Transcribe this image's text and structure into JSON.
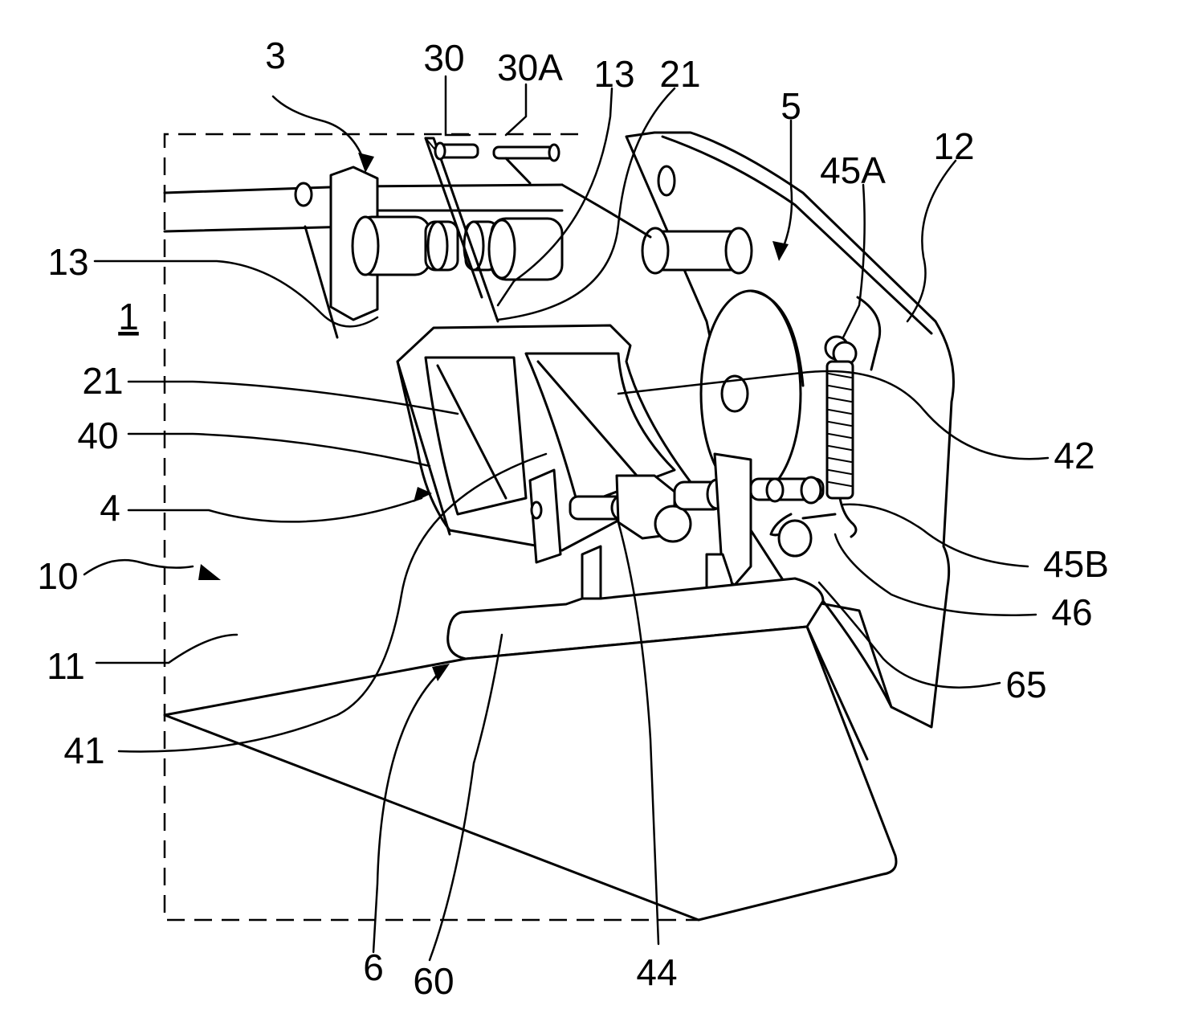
{
  "figure": {
    "labels": [
      {
        "id": "lbl-3",
        "text": "3"
      },
      {
        "id": "lbl-30",
        "text": "30"
      },
      {
        "id": "lbl-30a",
        "text": "30A"
      },
      {
        "id": "lbl-13-top",
        "text": "13"
      },
      {
        "id": "lbl-21-top",
        "text": "21"
      },
      {
        "id": "lbl-5",
        "text": "5"
      },
      {
        "id": "lbl-12",
        "text": "12"
      },
      {
        "id": "lbl-45a",
        "text": "45A"
      },
      {
        "id": "lbl-13-left",
        "text": "13"
      },
      {
        "id": "lbl-1",
        "text": "1"
      },
      {
        "id": "lbl-21-left",
        "text": "21"
      },
      {
        "id": "lbl-40",
        "text": "40"
      },
      {
        "id": "lbl-4",
        "text": "4"
      },
      {
        "id": "lbl-42",
        "text": "42"
      },
      {
        "id": "lbl-45b",
        "text": "45B"
      },
      {
        "id": "lbl-46",
        "text": "46"
      },
      {
        "id": "lbl-10",
        "text": "10"
      },
      {
        "id": "lbl-11",
        "text": "11"
      },
      {
        "id": "lbl-65",
        "text": "65"
      },
      {
        "id": "lbl-41",
        "text": "41"
      },
      {
        "id": "lbl-6",
        "text": "6"
      },
      {
        "id": "lbl-60",
        "text": "60"
      },
      {
        "id": "lbl-44",
        "text": "44"
      }
    ]
  }
}
